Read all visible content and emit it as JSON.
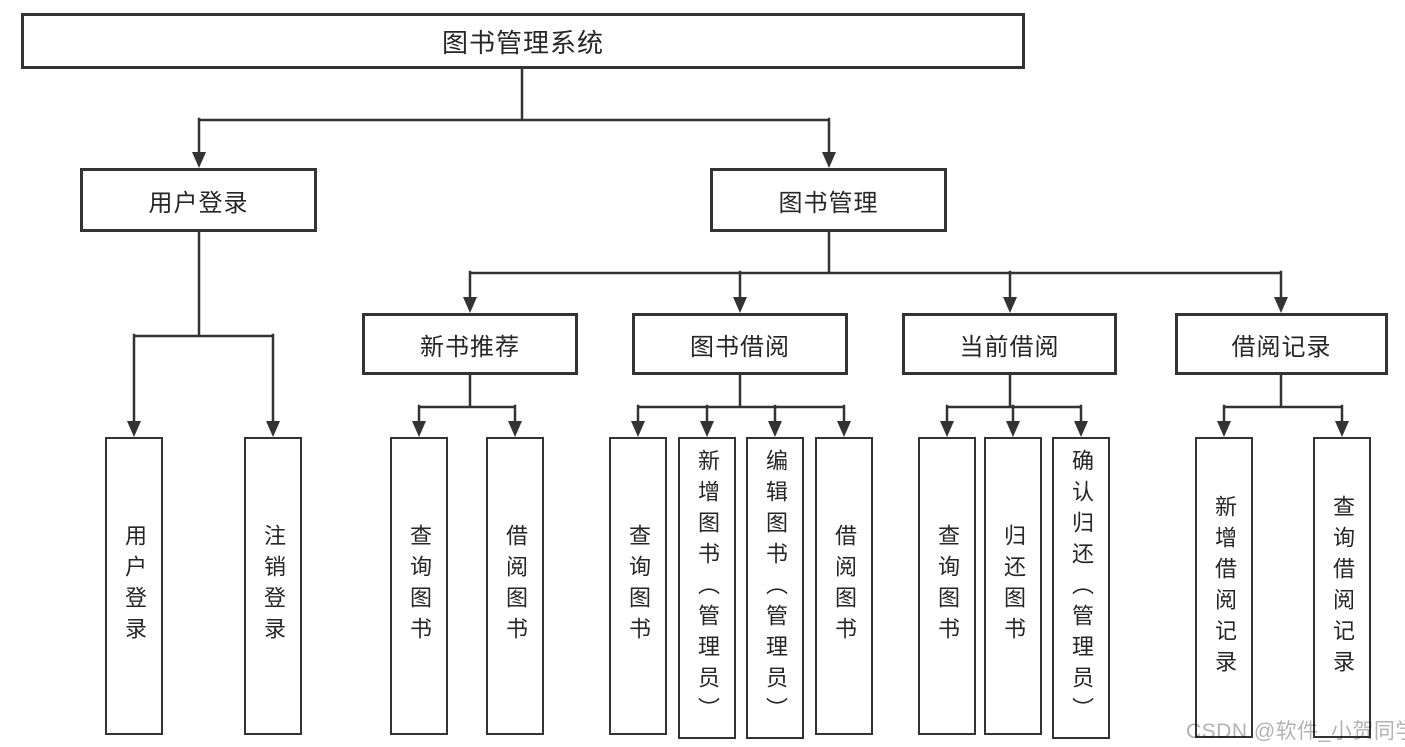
{
  "diagram": {
    "root": {
      "label": "图书管理系统"
    },
    "level2": [
      {
        "label": "用户登录"
      },
      {
        "label": "图书管理"
      }
    ],
    "level3": [
      {
        "label": "新书推荐"
      },
      {
        "label": "图书借阅"
      },
      {
        "label": "当前借阅"
      },
      {
        "label": "借阅记录"
      }
    ],
    "leaves": {
      "user_login": [
        "用户登录",
        "注销登录"
      ],
      "new_book_recommendation": [
        "查询图书",
        "借阅图书"
      ],
      "book_borrowing": [
        "查询图书",
        "新增图书（管理员）",
        "编辑图书（管理员）",
        "借阅图书"
      ],
      "current_borrowing": [
        "查询图书",
        "归还图书",
        "确认归还（管理员）"
      ],
      "borrowing_records": [
        "新增借阅记录",
        "查询借阅记录"
      ]
    }
  },
  "watermark": {
    "text": "CSDN @软件_小贺同学"
  },
  "colors": {
    "line": "#333333",
    "box_border": "#333333",
    "text": "#262626",
    "watermark": "#b3b3b3",
    "background": "#ffffff"
  }
}
